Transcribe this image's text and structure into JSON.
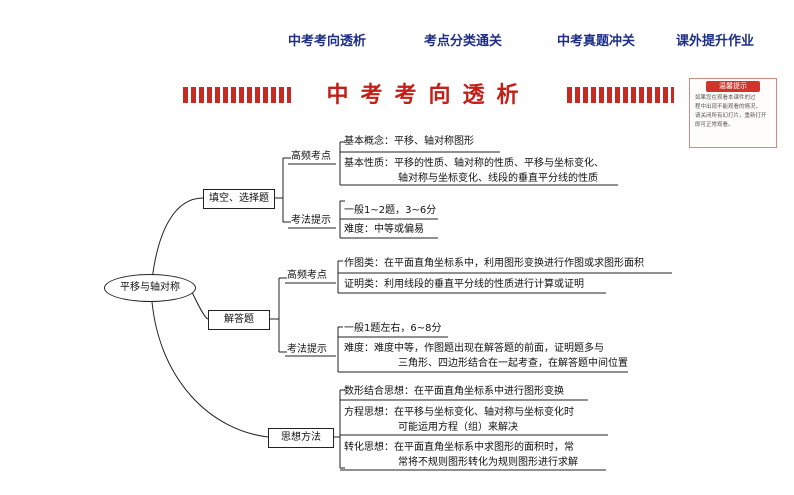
{
  "nav": {
    "items": [
      "中考考向透析",
      "考点分类通关",
      "中考真题冲关",
      "课外提升作业"
    ]
  },
  "banner": {
    "title": "中考考向透析"
  },
  "tip": {
    "title": "温馨提示",
    "lines": [
      "如果您在观看本课件的过",
      "程中出现不能观看的情况，",
      "请关闭所有幻灯片，重新打开",
      "即可正常观看。"
    ]
  },
  "mindmap": {
    "root": "平移与轴对称",
    "branch1": {
      "label": "填空、选择题",
      "gaopin": "高频考点",
      "gaopin_items": [
        "基本概念：平移、轴对称图形",
        "基本性质：平移的性质、轴对称的性质、平移与坐标变化、",
        "轴对称与坐标变化、线段的垂直平分线的性质"
      ],
      "kaofa": "考法提示",
      "kaofa_items": [
        "一般1~2题，3~6分",
        "难度：中等或偏易"
      ]
    },
    "branch2": {
      "label": "解答题",
      "gaopin": "高频考点",
      "gaopin_items": [
        "作图类：在平面直角坐标系中，利用图形变换进行作图或求图形面积",
        "证明类：利用线段的垂直平分线的性质进行计算或证明"
      ],
      "kaofa": "考法提示",
      "kaofa_items": [
        "一般1题左右，6~8分",
        "难度：难度中等，作图题出现在解答题的前面，证明题多与",
        "三角形、四边形结合在一起考查，在解答题中间位置"
      ]
    },
    "branch3": {
      "label": "思想方法",
      "items": [
        "数形结合思想：在平面直角坐标系中进行图形变换",
        "方程思想：在平移与坐标变化、轴对称与坐标变化时",
        "可能运用方程（组）来解决",
        "转化思想：在平面直角坐标系中求图形的面积时，常",
        "常将不规则图形转化为规则图形进行求解"
      ]
    }
  }
}
